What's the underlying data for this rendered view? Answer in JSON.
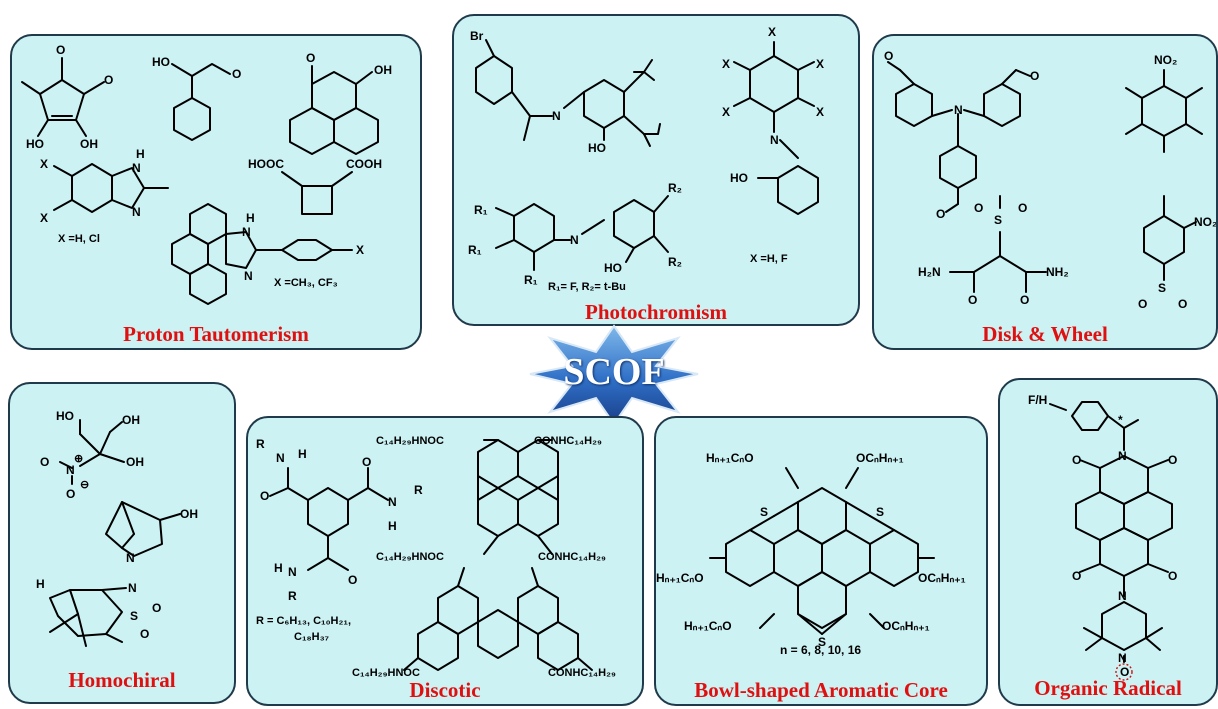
{
  "center": {
    "label": "SCOF"
  },
  "panels": [
    {
      "id": "proton",
      "title": "Proton Tautomerism",
      "notes": [
        "X =H, Cl",
        "X =CH₃, CF₃"
      ],
      "atoms": [
        "O",
        "O",
        "HO",
        "OH",
        "HO",
        "O",
        "O",
        "OH",
        "X",
        "X",
        "H",
        "N",
        "N",
        "HOOC",
        "COOH",
        "H",
        "N",
        "N",
        "X"
      ]
    },
    {
      "id": "photo",
      "title": "Photochromism",
      "notes": [
        "R₁= F, R₂= t-Bu",
        "X =H, F"
      ],
      "atoms": [
        "Br",
        "N",
        "HO",
        "X",
        "X",
        "X",
        "X",
        "X",
        "N",
        "HO",
        "R₁",
        "R₁",
        "R₁",
        "R₂",
        "R₂",
        "N",
        "HO"
      ]
    },
    {
      "id": "disk",
      "title": "Disk & Wheel",
      "notes": [],
      "atoms": [
        "O",
        "O",
        "N",
        "O",
        "NO₂",
        "S",
        "O",
        "O",
        "H₂N",
        "NH₂",
        "O",
        "O",
        "NO₂",
        "S",
        "O",
        "O"
      ]
    },
    {
      "id": "homo",
      "title": "Homochiral",
      "notes": [],
      "atoms": [
        "HO",
        "OH",
        "OH",
        "O",
        "N",
        "O",
        "⊕",
        "⊖",
        "OH",
        "N",
        "H",
        "N",
        "S",
        "O",
        "O"
      ]
    },
    {
      "id": "discotic",
      "title": "Discotic",
      "notes": [
        "R = C₆H₁₃, C₁₀H₂₁,",
        "C₁₈H₃₇"
      ],
      "atoms": [
        "R",
        "N",
        "H",
        "O",
        "O",
        "N",
        "R",
        "H",
        "H",
        "N",
        "R",
        "O",
        "C₁₄H₂₉HNOC",
        "CONHC₁₄H₂₉",
        "C₁₄H₂₉HNOC",
        "CONHC₁₄H₂₉",
        "C₁₄H₂₉HNOC",
        "CONHC₁₄H₂₉"
      ]
    },
    {
      "id": "bowl",
      "title": "Bowl-shaped Aromatic Core",
      "notes": [
        "n = 6, 8, 10, 16"
      ],
      "atoms": [
        "Hₙ₊₁CₙO",
        "OCₙHₙ₊₁",
        "Hₙ₊₁CₙO",
        "OCₙHₙ₊₁",
        "Hₙ₊₁CₙO",
        "OCₙHₙ₊₁",
        "S",
        "S",
        "S"
      ]
    },
    {
      "id": "radical",
      "title": "Organic Radical",
      "notes": [],
      "atoms": [
        "F/H",
        "*",
        "N",
        "O",
        "O",
        "O",
        "O",
        "N",
        "N",
        "O"
      ]
    }
  ]
}
